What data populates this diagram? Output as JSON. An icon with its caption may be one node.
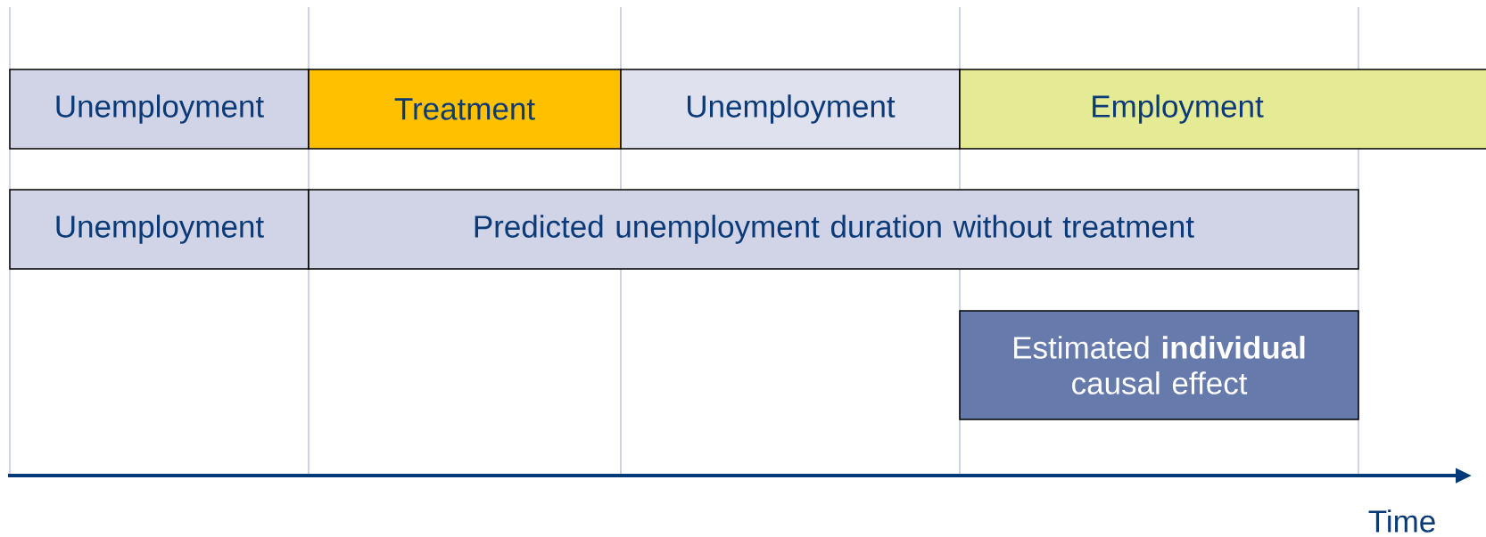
{
  "diagram": {
    "nodes": [
      {
        "text": [
          "Unemployment"
        ]
      },
      {
        "text": [
          "Treatment"
        ]
      },
      {
        "text": [
          "Unemployment"
        ]
      },
      {
        "text": [
          "Employment"
        ]
      },
      {
        "text": [
          "Unemployment"
        ]
      },
      {
        "text": [
          "Predicted unemployment duration without treatment"
        ]
      },
      {
        "text": [
          "Estimated **individual** causal effect"
        ]
      }
    ],
    "labels": [
      "Time"
    ]
  }
}
